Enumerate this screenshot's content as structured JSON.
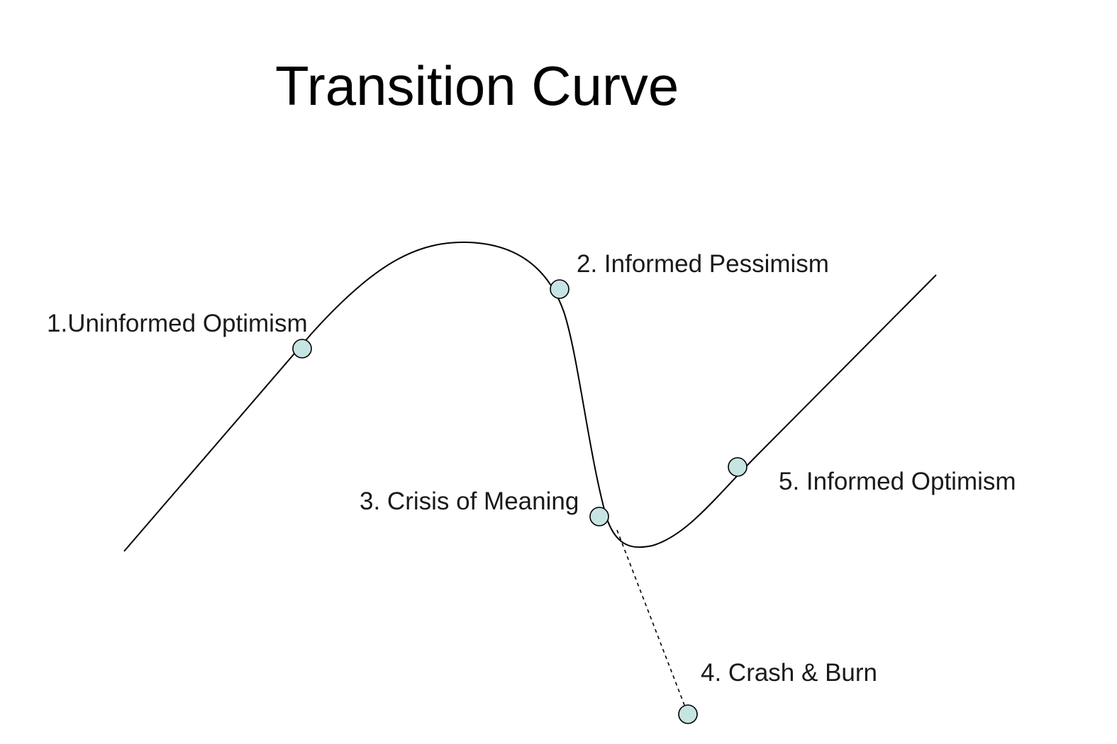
{
  "title": "Transition Curve",
  "marker_color": "#c5e4e2",
  "stages": [
    {
      "id": "uninformed-optimism",
      "number": "1.",
      "label": "1.Uninformed Optimism"
    },
    {
      "id": "informed-pessimism",
      "number": "2.",
      "label": "2. Informed Pessimism"
    },
    {
      "id": "crisis-of-meaning",
      "number": "3.",
      "label": "3. Crisis of Meaning"
    },
    {
      "id": "crash-and-burn",
      "number": "4.",
      "label": "4. Crash & Burn"
    },
    {
      "id": "informed-optimism",
      "number": "5.",
      "label": "5. Informed Optimism"
    }
  ]
}
